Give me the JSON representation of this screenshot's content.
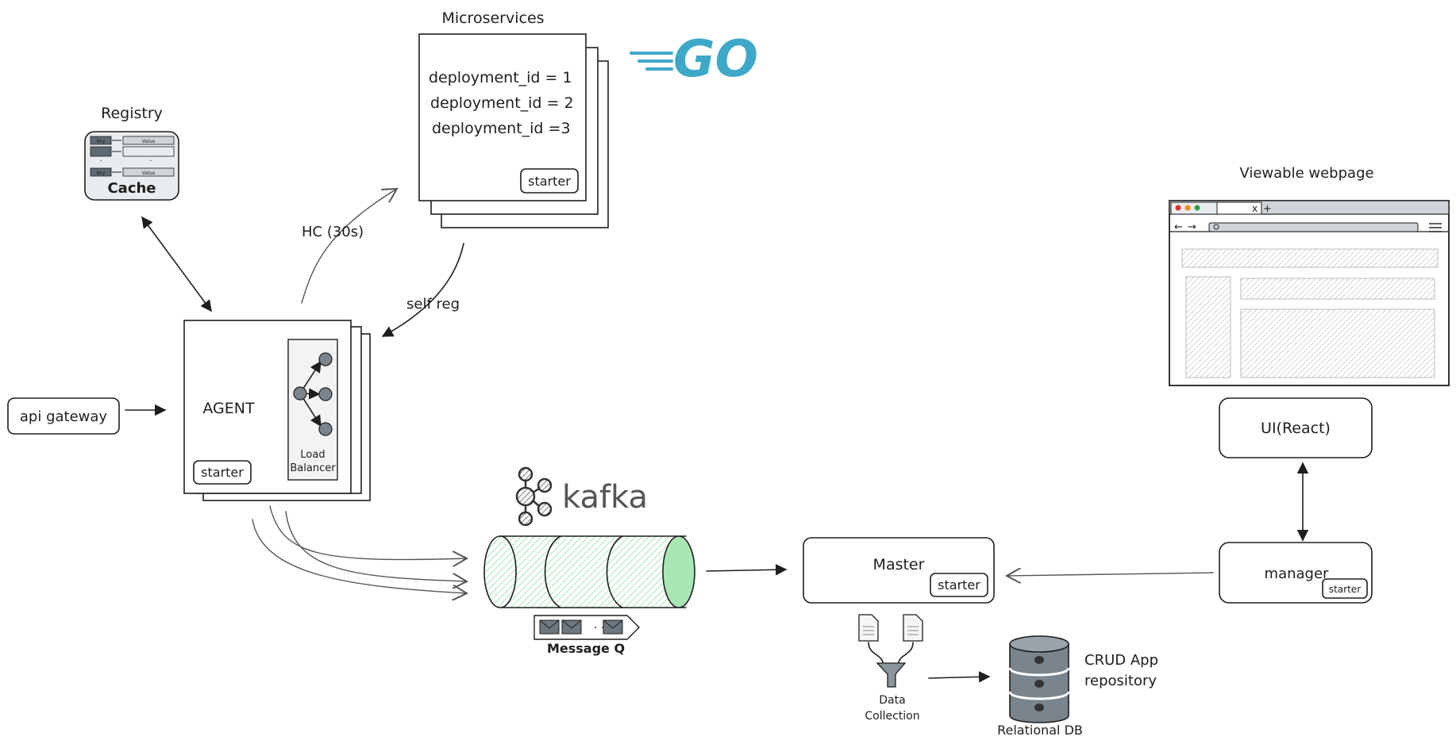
{
  "microservices": {
    "title": "Microservices",
    "lines": [
      "deployment_id = 1",
      "deployment_id = 2",
      "deployment_id =3"
    ],
    "starter": "starter"
  },
  "go_logo": {
    "text": "GO",
    "color": "#3ea8c8"
  },
  "registry": {
    "title": "Registry",
    "cache_label": "Cache",
    "rows": [
      {
        "key": "Key",
        "value": "Value"
      },
      {
        "key": "",
        "value": ""
      },
      {
        "key": "Key",
        "value": "Value"
      }
    ]
  },
  "edges": {
    "hc": "HC (30s)",
    "self_reg": "self reg"
  },
  "agent": {
    "title": "AGENT",
    "starter": "starter",
    "lb_label_1": "Load",
    "lb_label_2": "Balancer"
  },
  "api_gateway": {
    "label": "api gateway"
  },
  "kafka": {
    "label": "kafka",
    "queue_color": "#a8e6b4",
    "message_q": "Message Q"
  },
  "master": {
    "title": "Master",
    "starter": "starter"
  },
  "data_collection": {
    "line1": "Data",
    "line2": "Collection"
  },
  "relational_db": {
    "label": "Relational DB",
    "repo_line1": "CRUD App",
    "repo_line2": "repository"
  },
  "webpage": {
    "title": "Viewable webpage",
    "tab_close": "x",
    "tab_new": "+"
  },
  "ui": {
    "label": "UI(React)"
  },
  "manager": {
    "label": "manager",
    "starter": "starter"
  }
}
